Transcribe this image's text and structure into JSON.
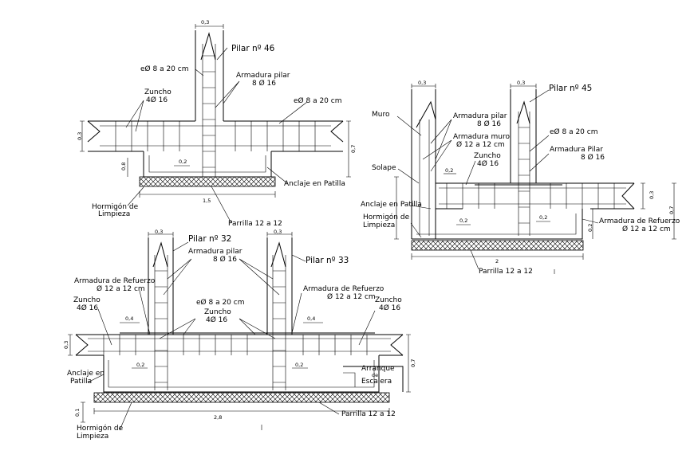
{
  "detail_1": {
    "dim_top": "0,3",
    "pillar": "Pilar nº 46",
    "stirrup_pillar": "eØ 8 a 20 cm",
    "pillar_rebar_title": "Armadura pilar",
    "pillar_rebar": "8 Ø 16",
    "zuncho_title": "Zuncho",
    "zuncho_rebar": "4Ø 16",
    "stirrup_beam": "eØ 8 a 20 cm",
    "dim_left": "0,3",
    "dim_right": "0,7",
    "dim_lower": "0,2",
    "dim_footing_h": "0,8",
    "anchor": "Anclaje en Patilla",
    "concrete_title": "Hormigón de",
    "concrete_sub": "Limpieza",
    "width": "1,5",
    "grid": "Parrilla 12 a 12"
  },
  "detail_2": {
    "dim_top_a": "0,3",
    "dim_top_b": "0,3",
    "muro": "Muro",
    "pillar_rebar_title": "Armadura pilar",
    "pillar_rebar": "8 Ø 16",
    "wall_rebar_title": "Armadura muro",
    "wall_rebar": "Ø 12 a 12 cm",
    "pillar": "Pilar nº 45",
    "stirrup": "eØ 8 a 20 cm",
    "pillar_rebar2_title": "Armadura Pilar",
    "pillar_rebar2": "8 Ø 16",
    "solape": "Solape",
    "zuncho_title": "Zuncho",
    "zuncho_rebar": "4Ø 16",
    "dim_small": "0,2",
    "dim_mid": "0,2",
    "dim_mid2": "0,2",
    "anchor": "Anclaje en Patilla",
    "concrete_title": "Hormigón de",
    "concrete_sub": "Limpieza",
    "reinf_title": "Armadura de Refuerzo",
    "reinf": "Ø 12 a 12 cm",
    "dim_right_a": "0,3",
    "dim_right_b": "0,7",
    "dim_right_c": "0,2",
    "width": "2",
    "grid": "Parrilla 12 a 12"
  },
  "detail_3": {
    "dim_top_a": "0,3",
    "dim_top_b": "0,3",
    "pillar_a": "Pilar nº 32",
    "pillar_b": "Pilar nº 33",
    "pillar_rebar_title": "Armadura pilar",
    "pillar_rebar": "8 Ø 16",
    "reinf_left_title": "Armadura de Refuerzo",
    "reinf_left": "Ø 12 a 12 cm",
    "reinf_right_title": "Armadura de Refuerzo",
    "reinf_right": "Ø 12 a 12 cm",
    "zuncho_left_title": "Zuncho",
    "zuncho_left": "4Ø 16",
    "stirrup": "eØ 8 a 20 cm",
    "zuncho_mid_title": "Zuncho",
    "zuncho_mid": "4Ø 16",
    "zuncho_right_title": "Zuncho",
    "zuncho_right": "4Ø 16",
    "dim_a": "0,4",
    "dim_b": "0,4",
    "dim_left": "0,3",
    "dim_right": "0,7",
    "dim_c": "0,2",
    "dim_d": "0,2",
    "anchor_title": "Anclaje en",
    "anchor_sub": "Patilla",
    "stair_title": "Arranque",
    "stair_mid": "de",
    "stair_sub": "Escalera",
    "dim_bottom_left": "0,1",
    "width": "2,8",
    "grid": "Parrilla 12 a 12",
    "concrete_title": "Hormigón de",
    "concrete_sub": "Limpieza"
  }
}
